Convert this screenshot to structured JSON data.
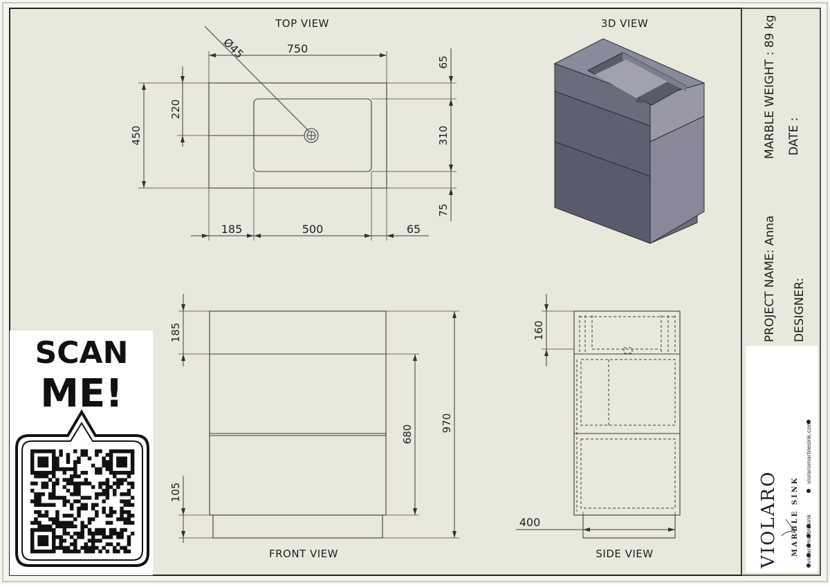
{
  "views": {
    "top": "TOP VIEW",
    "three_d": "3D VIEW",
    "front": "FRONT VIEW",
    "side": "SIDE VIEW"
  },
  "top_dims": {
    "diameter": "Ø45",
    "width_total": "750",
    "depth_total": "450",
    "drain_offset": "220",
    "top_margin": "65",
    "basin_depth": "310",
    "bottom_margin": "75",
    "left_margin": "185",
    "basin_width": "500",
    "right_margin": "65"
  },
  "front_dims": {
    "top_height": "185",
    "total_height": "970",
    "drawer_height": "680",
    "plinth_height": "105"
  },
  "side_dims": {
    "basin_height": "160",
    "base_depth": "400"
  },
  "title_block": {
    "weight": "MARBLE WEIGHT : 89 kg",
    "date": "DATE :",
    "project": "PROJECT NAME: Anna",
    "designer": "DESIGNER:",
    "url": "violaromarblesink.com",
    "social_handle": "violaromarblesink",
    "brand": "VIOLARO",
    "brand_sub": "MARBLE SINK"
  },
  "qr": {
    "line1": "SCAN",
    "line2": "ME!"
  },
  "colors": {
    "paper": "#e9e8dc",
    "ink": "#3a3a3a",
    "model_dark": "#5e5f70",
    "model_mid": "#7a7b8c",
    "model_light": "#9a9aa8"
  }
}
